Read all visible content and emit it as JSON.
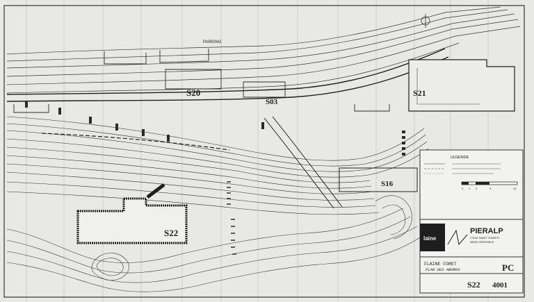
{
  "plan": {
    "parking_label": "PARKING",
    "buildings": {
      "s20": "S20",
      "s03": "S03",
      "s21": "S21",
      "s16": "S16",
      "s22": "S22"
    }
  },
  "legend": {
    "title": "LEGENDE",
    "scale_numbers": [
      "0",
      "1",
      "2",
      "5",
      "10"
    ]
  },
  "title_block": {
    "company": "PIERALP",
    "address_line_1": "7 RUE SAINT JOSEPH",
    "address_line_2": "38000 GRENOBLE",
    "logo_text": "laine",
    "project": "FLAINE FORET",
    "drawing_title": "PLAN DES ABORDS",
    "drawing_code": "PC",
    "building_ref": "S22",
    "drawing_number": "4001"
  },
  "colors": {
    "paper": "#e8e8e6",
    "ink": "#1e1e1e",
    "panel": "#f2f2f0"
  }
}
